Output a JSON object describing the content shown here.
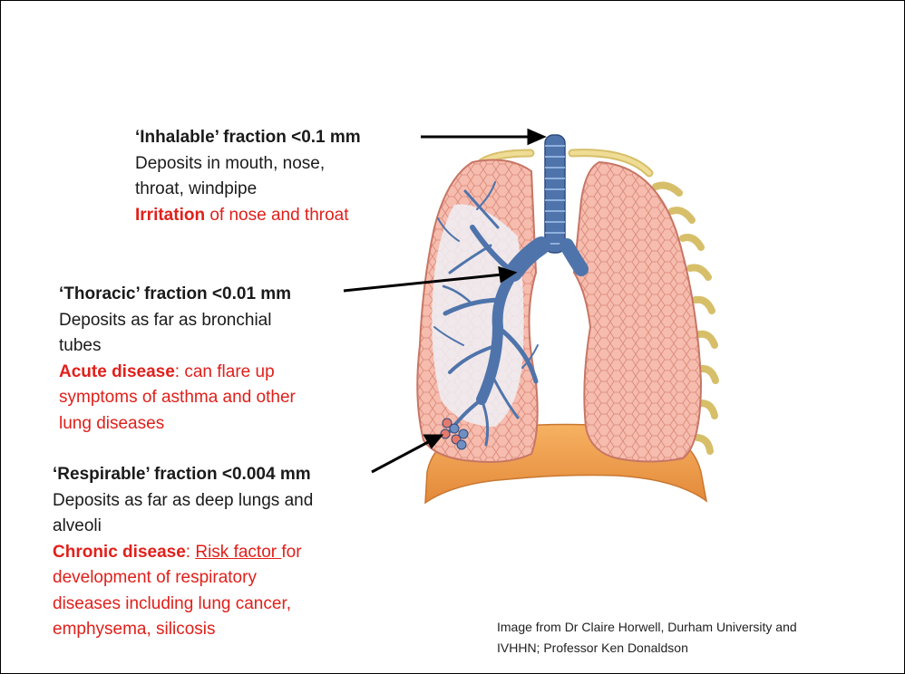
{
  "inhalable": {
    "heading": "‘Inhalable’ fraction <0.1 mm",
    "line1": "Deposits in mouth, nose,",
    "line2": "throat, windpipe",
    "effect_bold": "Irritation",
    "effect_rest": " of nose and throat"
  },
  "thoracic": {
    "heading": "‘Thoracic’ fraction <0.01 mm",
    "line1": "Deposits as far as bronchial",
    "line2": "tubes",
    "effect_bold": "Acute disease",
    "effect_rest": ": can flare up",
    "effect_line2": "symptoms of asthma and other",
    "effect_line3": "lung diseases"
  },
  "respirable": {
    "heading": "‘Respirable’ fraction <0.004 mm",
    "line1": "Deposits as far as deep lungs and",
    "line2": "alveoli",
    "effect_bold": "Chronic disease",
    "effect_colon": ": ",
    "effect_underlined": "Risk factor ",
    "effect_rest": "for",
    "effect_line2": "development of respiratory",
    "effect_line3": "diseases including lung cancer,",
    "effect_line4": "emphysema, silicosis"
  },
  "credit": {
    "line1": "Image from Dr Claire Horwell, Durham University and",
    "line2": "IVHHN; Professor Ken Donaldson"
  },
  "colors": {
    "emphasis": "#e0201b",
    "lung": "#f4b4a6",
    "airway": "#4a6fa5",
    "diaphragm": "#f0a050",
    "rib": "#e8d38a"
  }
}
